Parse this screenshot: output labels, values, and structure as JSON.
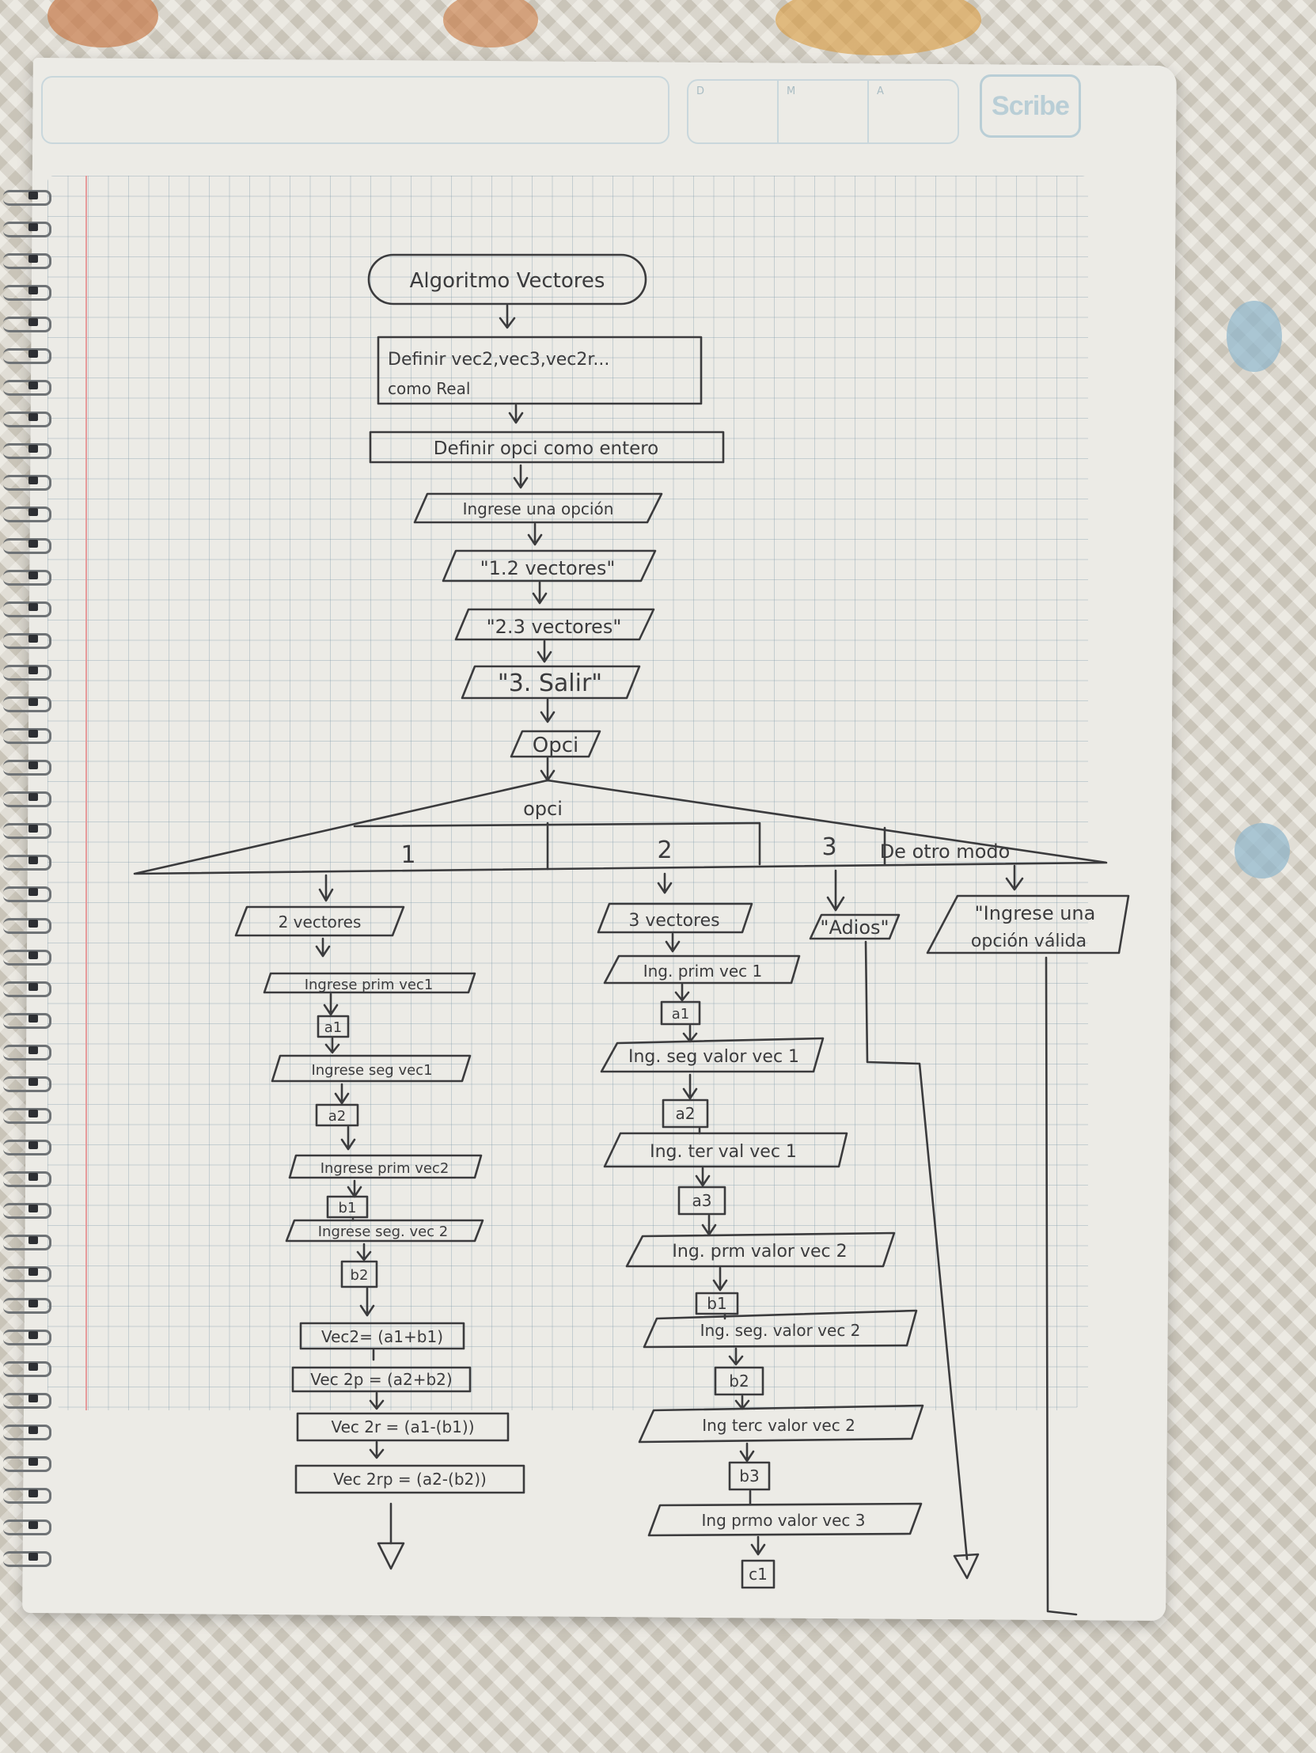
{
  "notebook": {
    "brand": "Scribe",
    "date_labels": [
      "D",
      "M",
      "A"
    ]
  },
  "flowchart": {
    "start": "Algoritmo Vectores",
    "define_real": [
      "Definir vec2,vec3,vec2r...",
      "como Real"
    ],
    "define_int": "Definir opci como entero",
    "prompt": "Ingrese una opción",
    "menu": [
      "\"1.2 vectores\"",
      "\"2.3 vectores\"",
      "\"3. Salir\""
    ],
    "read_opci": "Opci",
    "switch_var": "opci",
    "cases": [
      "1",
      "2",
      "3",
      "De otro modo"
    ],
    "case1": {
      "title": "2 vectores",
      "steps": [
        "Ingrese prim vec1",
        "a1",
        "Ingrese seg vec1",
        "a2",
        "Ingrese prim vec2",
        "b1",
        "Ingrese seg. vec 2",
        "b2"
      ],
      "calcs": [
        "Vec2= (a1+b1)",
        "Vec 2p = (a2+b2)",
        "Vec 2r = (a1-(b1))",
        "Vec 2rp = (a2-(b2))"
      ]
    },
    "case2": {
      "title": "3 vectores",
      "steps": [
        "Ing. prim vec 1",
        "a1",
        "Ing. seg valor vec 1",
        "a2",
        "Ing. ter val vec 1",
        "a3",
        "Ing. prm valor vec 2",
        "b1",
        "Ing. seg. valor vec 2",
        "b2",
        "Ing terc valor vec 2",
        "b3",
        "Ing prmo valor vec 3",
        "c1"
      ]
    },
    "case3": {
      "output": "\"Adios\""
    },
    "default": {
      "output": [
        "\"Ingrese una",
        "opción válida"
      ]
    }
  }
}
